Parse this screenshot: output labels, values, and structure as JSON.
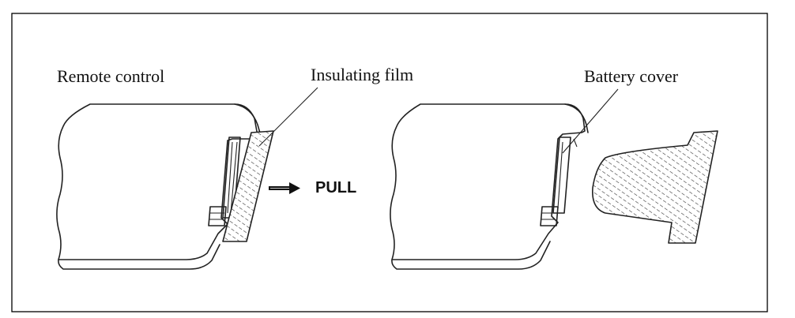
{
  "labels": {
    "remote_control": "Remote control",
    "insulating_film": "Insulating film",
    "battery_cover": "Battery cover",
    "pull": "PULL"
  },
  "colors": {
    "line": "#222222",
    "frame": "#000000",
    "background": "#ffffff"
  },
  "icons": {
    "pull_arrow": "right-arrow-icon"
  }
}
